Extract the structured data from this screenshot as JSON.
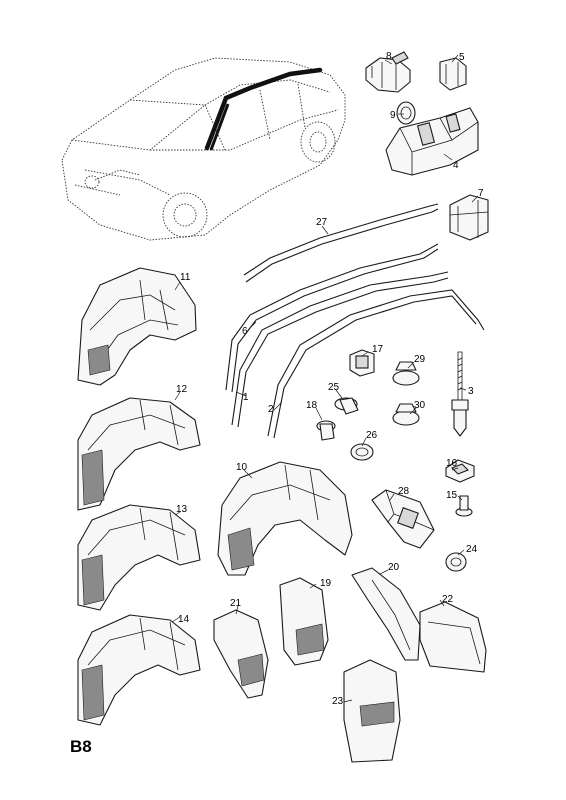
{
  "page_code": "B8",
  "callouts": {
    "n1": "1",
    "n2": "2",
    "n3": "3",
    "n4": "4",
    "n5": "5",
    "n6": "6",
    "n7": "7",
    "n8": "8",
    "n9": "9",
    "n10": "10",
    "n11": "11",
    "n12": "12",
    "n13": "13",
    "n14": "14",
    "n15": "15",
    "n16": "16",
    "n17": "17",
    "n18": "18",
    "n19": "19",
    "n20": "20",
    "n21": "21",
    "n22": "22",
    "n23": "23",
    "n24": "24",
    "n25": "25",
    "n26": "26",
    "n27": "27",
    "n28": "28",
    "n29": "29",
    "n30": "30"
  }
}
